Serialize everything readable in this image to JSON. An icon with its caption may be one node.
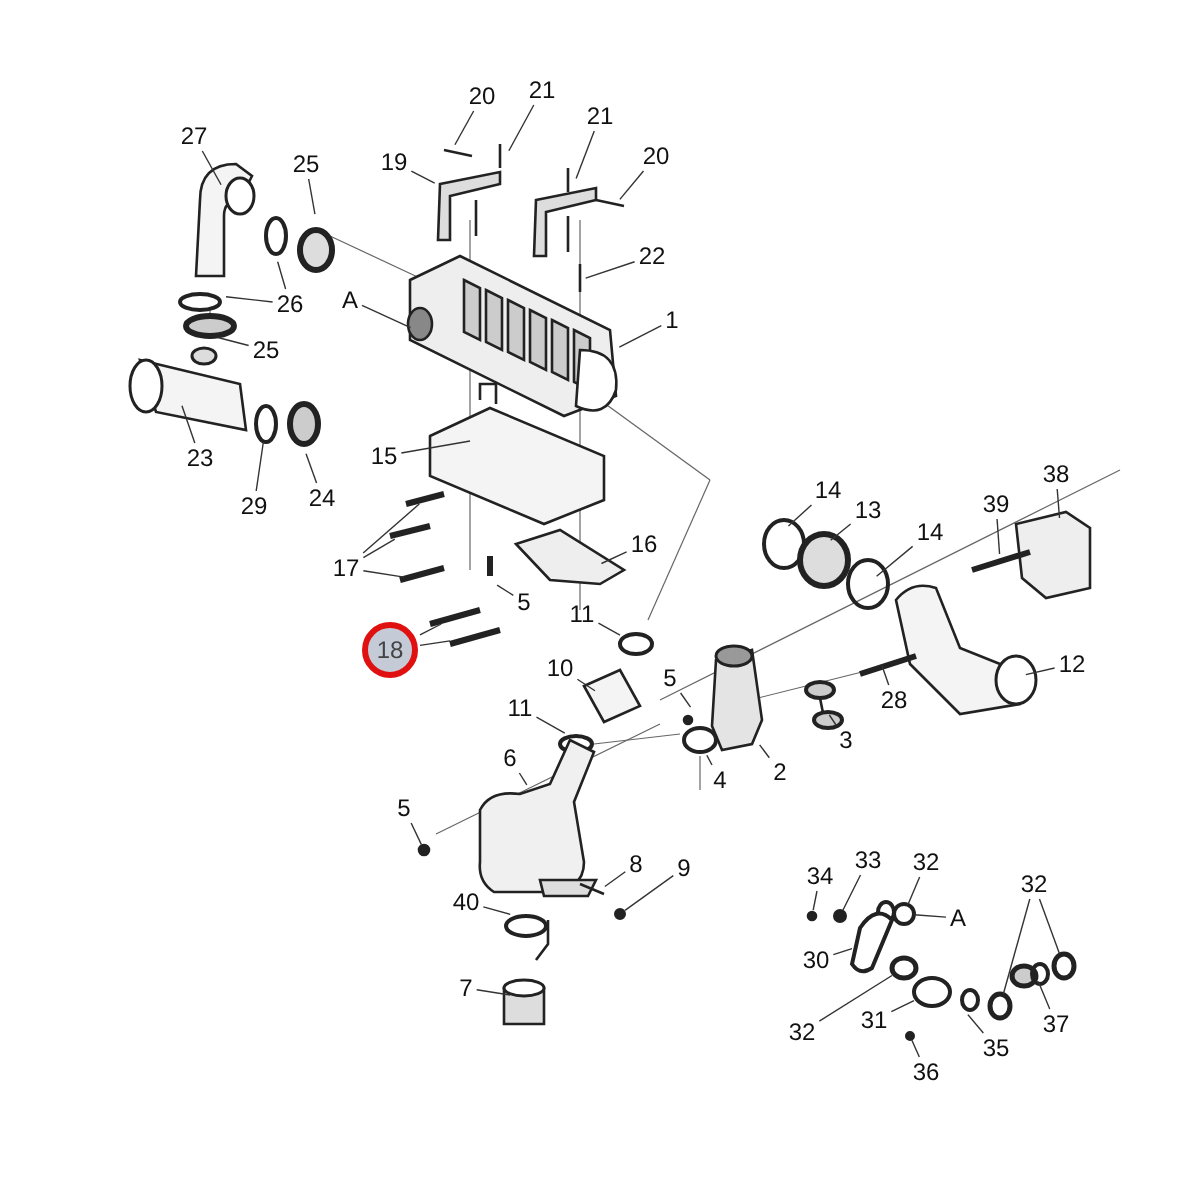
{
  "diagram": {
    "nodes": [
      {
        "text": [
          "27"
        ]
      },
      {
        "text": [
          "25"
        ]
      },
      {
        "text": [
          "20"
        ]
      },
      {
        "text": [
          "21"
        ]
      },
      {
        "text": [
          "21"
        ]
      },
      {
        "text": [
          "20"
        ]
      },
      {
        "text": [
          "19"
        ]
      },
      {
        "text": [
          "22"
        ]
      },
      {
        "text": [
          "A"
        ]
      },
      {
        "text": [
          "1"
        ]
      },
      {
        "text": [
          "26"
        ]
      },
      {
        "text": [
          "25"
        ]
      },
      {
        "text": [
          "23"
        ]
      },
      {
        "text": [
          "29"
        ]
      },
      {
        "text": [
          "24"
        ]
      },
      {
        "text": [
          "15"
        ]
      },
      {
        "text": [
          "17"
        ]
      },
      {
        "text": [
          "16"
        ]
      },
      {
        "text": [
          "5"
        ]
      },
      {
        "text": [
          "18"
        ]
      },
      {
        "text": [
          "11"
        ]
      },
      {
        "text": [
          "10"
        ]
      },
      {
        "text": [
          "11"
        ]
      },
      {
        "text": [
          "5"
        ]
      },
      {
        "text": [
          "6"
        ]
      },
      {
        "text": [
          "4"
        ]
      },
      {
        "text": [
          "2"
        ]
      },
      {
        "text": [
          "3"
        ]
      },
      {
        "text": [
          "14"
        ]
      },
      {
        "text": [
          "13"
        ]
      },
      {
        "text": [
          "14"
        ]
      },
      {
        "text": [
          "39"
        ]
      },
      {
        "text": [
          "38"
        ]
      },
      {
        "text": [
          "12"
        ]
      },
      {
        "text": [
          "28"
        ]
      },
      {
        "text": [
          "5"
        ]
      },
      {
        "text": [
          "8"
        ]
      },
      {
        "text": [
          "9"
        ]
      },
      {
        "text": [
          "40"
        ]
      },
      {
        "text": [
          "7"
        ]
      },
      {
        "text": [
          "34"
        ]
      },
      {
        "text": [
          "33"
        ]
      },
      {
        "text": [
          "32"
        ]
      },
      {
        "text": [
          "A"
        ]
      },
      {
        "text": [
          "30"
        ]
      },
      {
        "text": [
          "32"
        ]
      },
      {
        "text": [
          "31"
        ]
      },
      {
        "text": [
          "35"
        ]
      },
      {
        "text": [
          "36"
        ]
      },
      {
        "text": [
          "37"
        ]
      },
      {
        "text": [
          "32"
        ]
      },
      {
        "text": [],
        "shape": "circle"
      },
      {
        "text": [],
        "shape": "bar"
      },
      {
        "text": [],
        "shape": "circle"
      },
      {
        "text": [],
        "shape": "circle"
      },
      {
        "text": [],
        "shape": "circle"
      },
      {
        "text": [],
        "shape": "circle"
      },
      {
        "text": [],
        "shape": "circle"
      },
      {
        "text": [],
        "shape": "circle"
      },
      {
        "text": [],
        "shape": "circle"
      },
      {
        "text": [],
        "shape": "circle"
      },
      {
        "text": [],
        "shape": "bar"
      },
      {
        "text": [],
        "shape": "bar"
      },
      {
        "text": [],
        "shape": "box"
      },
      {
        "text": [],
        "shape": "circle"
      }
    ],
    "edges": [
      {
        "from": 0,
        "to": null,
        "arrow": "none"
      },
      {
        "from": 1,
        "to": null,
        "arrow": "none"
      },
      {
        "from": 2,
        "to": null,
        "arrow": "none"
      },
      {
        "from": 3,
        "to": null,
        "arrow": "none"
      },
      {
        "from": 4,
        "to": null,
        "arrow": "none"
      },
      {
        "from": 5,
        "to": null,
        "arrow": "none"
      },
      {
        "from": 6,
        "to": null,
        "arrow": "none"
      },
      {
        "from": 7,
        "to": null,
        "arrow": "none"
      },
      {
        "from": 8,
        "to": null,
        "arrow": "none"
      },
      {
        "from": 9,
        "to": null,
        "arrow": "none"
      },
      {
        "from": 10,
        "to": null,
        "arrow": "none"
      },
      {
        "from": 10,
        "to": null,
        "arrow": "none"
      },
      {
        "from": 11,
        "to": null,
        "arrow": "none"
      },
      {
        "from": 12,
        "to": null,
        "arrow": "none"
      },
      {
        "from": 13,
        "to": 51,
        "arrow": "none"
      },
      {
        "from": 14,
        "to": null,
        "arrow": "none"
      },
      {
        "from": 15,
        "to": null,
        "arrow": "none"
      },
      {
        "from": 16,
        "to": 52,
        "arrow": "none"
      },
      {
        "from": 16,
        "to": null,
        "arrow": "none"
      },
      {
        "from": 16,
        "to": null,
        "arrow": "none"
      },
      {
        "from": 17,
        "to": null,
        "arrow": "none"
      },
      {
        "from": 18,
        "to": null,
        "arrow": "none"
      },
      {
        "from": 19,
        "to": 61,
        "arrow": "none"
      },
      {
        "from": 19,
        "to": 62,
        "arrow": "none"
      },
      {
        "from": 20,
        "to": 53,
        "arrow": "none"
      },
      {
        "from": 21,
        "to": null,
        "arrow": "none"
      },
      {
        "from": 22,
        "to": null,
        "arrow": "none"
      },
      {
        "from": 23,
        "to": null,
        "arrow": "none"
      },
      {
        "from": 24,
        "to": null,
        "arrow": "none"
      },
      {
        "from": 25,
        "to": null,
        "arrow": "none"
      },
      {
        "from": 26,
        "to": null,
        "arrow": "none"
      },
      {
        "from": 27,
        "to": null,
        "arrow": "none"
      },
      {
        "from": 28,
        "to": null,
        "arrow": "none"
      },
      {
        "from": 29,
        "to": null,
        "arrow": "none"
      },
      {
        "from": 30,
        "to": null,
        "arrow": "none"
      },
      {
        "from": 31,
        "to": null,
        "arrow": "none"
      },
      {
        "from": 32,
        "to": null,
        "arrow": "none"
      },
      {
        "from": 33,
        "to": null,
        "arrow": "none"
      },
      {
        "from": 34,
        "to": null,
        "arrow": "none"
      },
      {
        "from": 35,
        "to": null,
        "arrow": "none"
      },
      {
        "from": 36,
        "to": null,
        "arrow": "none"
      },
      {
        "from": 37,
        "to": 54,
        "arrow": "none"
      },
      {
        "from": 38,
        "to": null,
        "arrow": "none"
      },
      {
        "from": 39,
        "to": null,
        "arrow": "none"
      },
      {
        "from": 40,
        "to": null,
        "arrow": "none"
      },
      {
        "from": 41,
        "to": 55,
        "arrow": "none"
      },
      {
        "from": 42,
        "to": 56,
        "arrow": "none"
      },
      {
        "from": 43,
        "to": 56,
        "arrow": "none"
      },
      {
        "from": 44,
        "to": 63,
        "arrow": "none"
      },
      {
        "from": 45,
        "to": 57,
        "arrow": "none"
      },
      {
        "from": 46,
        "to": 64,
        "arrow": "none"
      },
      {
        "from": 47,
        "to": null,
        "arrow": "none"
      },
      {
        "from": 48,
        "to": 58,
        "arrow": "none"
      },
      {
        "from": 49,
        "to": null,
        "arrow": "none"
      },
      {
        "from": 50,
        "to": 59,
        "arrow": "none"
      },
      {
        "from": 50,
        "to": 60,
        "arrow": "none"
      }
    ]
  }
}
